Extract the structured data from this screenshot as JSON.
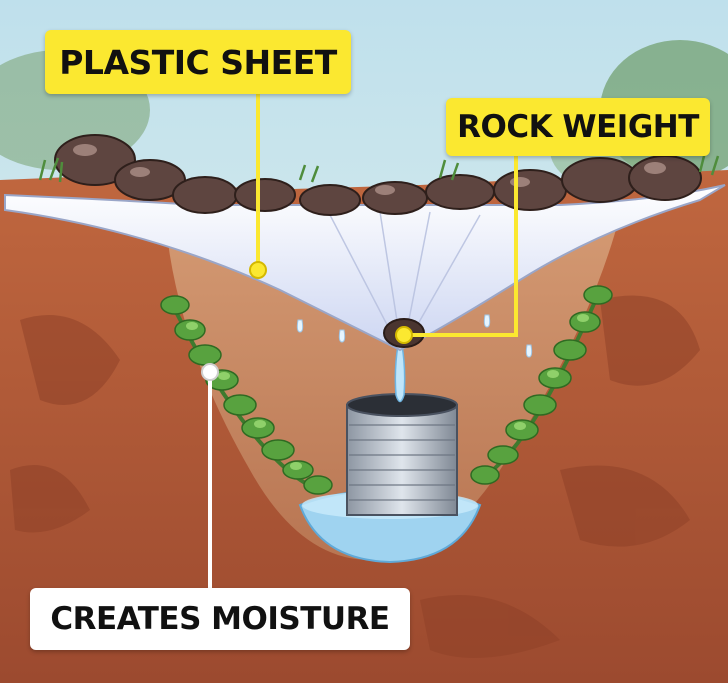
{
  "labels": {
    "plastic_sheet": "PLASTIC SHEET",
    "rock_weight": "ROCK WEIGHT",
    "creates_moisture": "CREATES MOISTURE"
  },
  "colors": {
    "label_yellow": "#fbe830",
    "label_white": "#ffffff",
    "leader_line": "#fbe830",
    "soil": "#b35a3a",
    "sky": "#cfe6ee",
    "water": "#9fd3f0"
  }
}
